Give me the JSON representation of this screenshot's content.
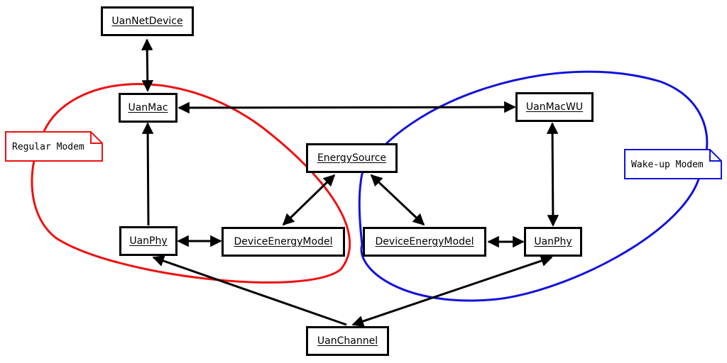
{
  "nodes": {
    "uan_net_device": "UanNetDevice",
    "uan_mac": "UanMac",
    "uan_mac_wu": "UanMacWU",
    "energy_source": "EnergySource",
    "uan_phy_left": "UanPhy",
    "device_energy_model_left": "DeviceEnergyModel",
    "device_energy_model_right": "DeviceEnergyModel",
    "uan_phy_right": "UanPhy",
    "uan_channel": "UanChannel"
  },
  "notes": {
    "regular_modem": "Regular Modem",
    "wakeup_modem": "Wake-up Modem"
  },
  "colors": {
    "regular_modem": "#ee1111",
    "wakeup_modem": "#1111dd",
    "edges": "#000000"
  }
}
